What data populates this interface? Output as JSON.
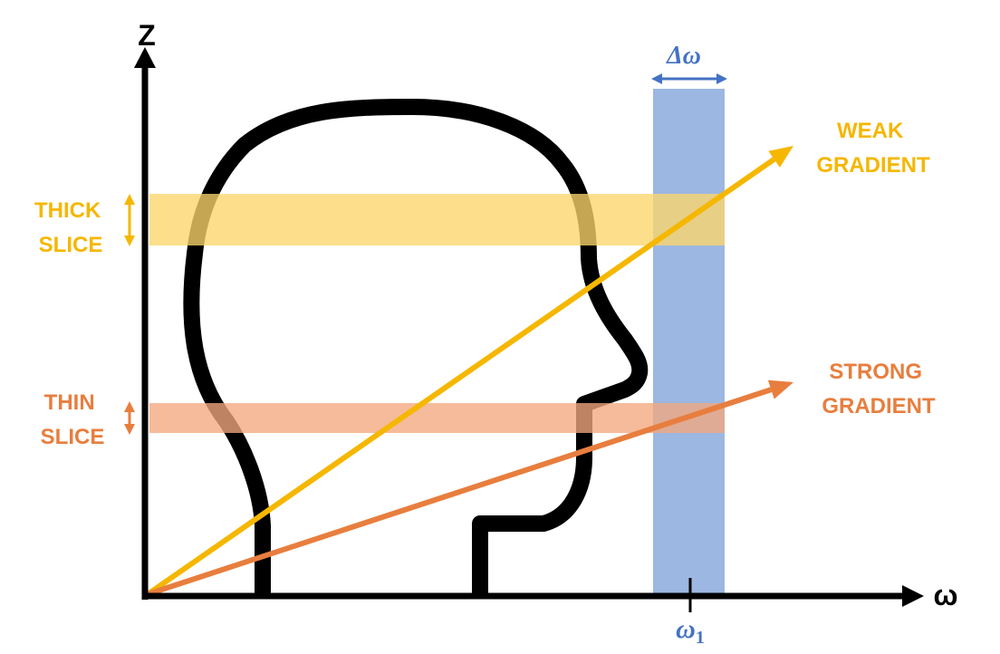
{
  "axes": {
    "z_label": "Z",
    "omega_label": "ω"
  },
  "bandwidth": {
    "label": "Δω",
    "center_label": "ω",
    "center_subscript": "1"
  },
  "gradients": {
    "weak": {
      "line1": "WEAK",
      "line2": "GRADIENT"
    },
    "strong": {
      "line1": "STRONG",
      "line2": "GRADIENT"
    }
  },
  "slices": {
    "thick": {
      "line1": "THICK",
      "line2": "SLICE"
    },
    "thin": {
      "line1": "THIN",
      "line2": "SLICE"
    }
  },
  "colors": {
    "yellow": "#F5B700",
    "yellow_band": "#FCD66A",
    "orange": "#E87E3E",
    "orange_band": "#F2A87E",
    "blue": "#4472C4",
    "blue_band": "#7B9FD8",
    "black": "#000000"
  },
  "icons": [
    "head-silhouette-icon",
    "double-arrow-icon"
  ]
}
